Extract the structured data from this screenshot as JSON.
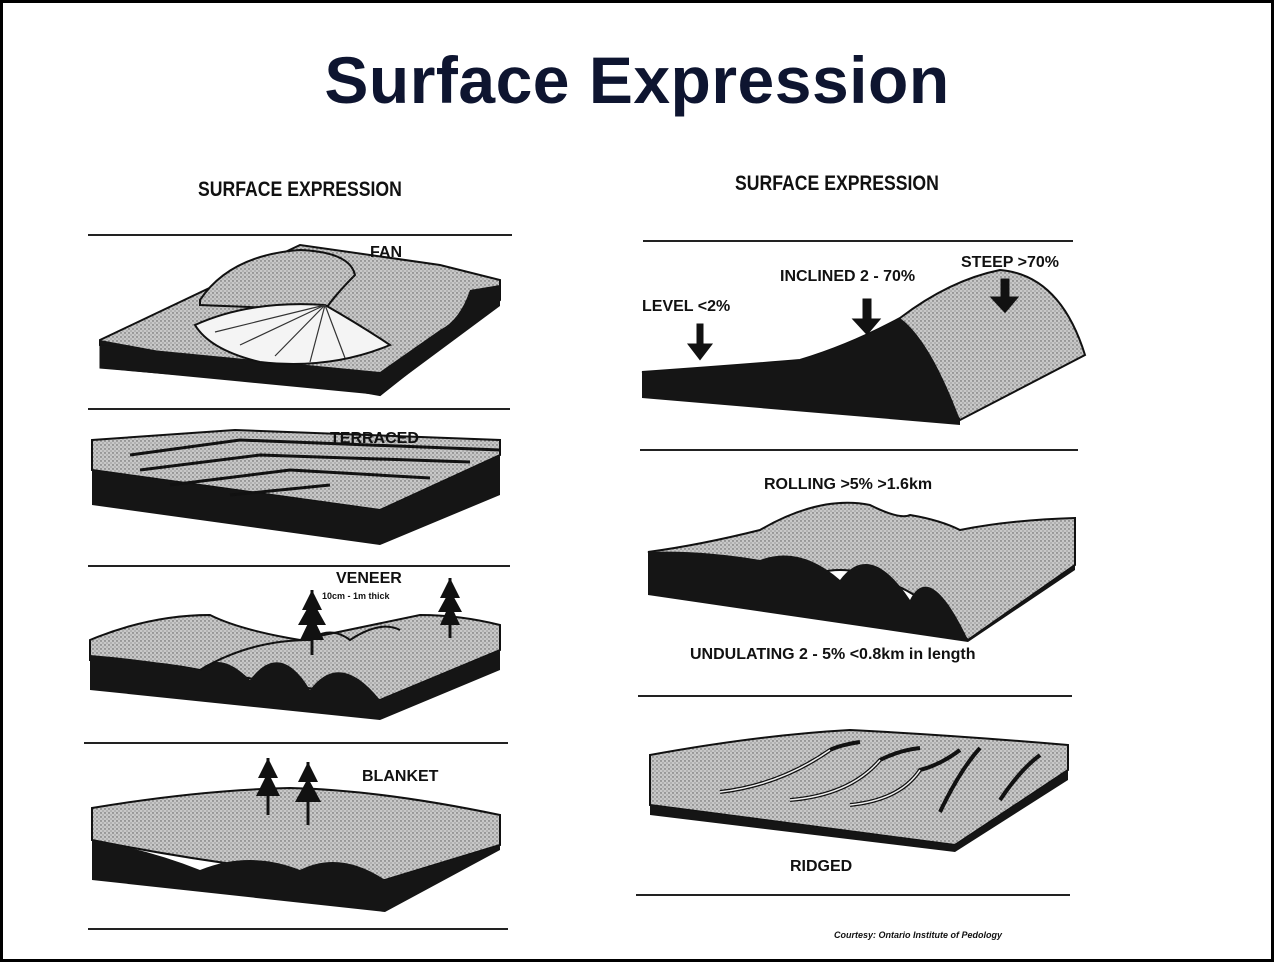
{
  "title": "Surface Expression",
  "left_column": {
    "heading": "SURFACE EXPRESSION",
    "panels": [
      {
        "id": "fan",
        "label": "FAN"
      },
      {
        "id": "terraced",
        "label": "TERRACED"
      },
      {
        "id": "veneer",
        "label": "VENEER",
        "sublabel": "10cm - 1m thick"
      },
      {
        "id": "blanket",
        "label": "BLANKET"
      }
    ]
  },
  "right_column": {
    "heading": "SURFACE EXPRESSION",
    "slopes": {
      "level": "LEVEL <2%",
      "inclined": "INCLINED 2 - 70%",
      "steep": "STEEP >70%"
    },
    "rolling": "ROLLING >5% >1.6km",
    "undulating": "UNDULATING 2 - 5% <0.8km in length",
    "ridged": "RIDGED"
  },
  "credit": "Courtesy: Ontario Institute of Pedology",
  "colors": {
    "title": "#0e1530",
    "ink": "#111111",
    "shade": "#b8b8b8",
    "dark": "#151515"
  }
}
